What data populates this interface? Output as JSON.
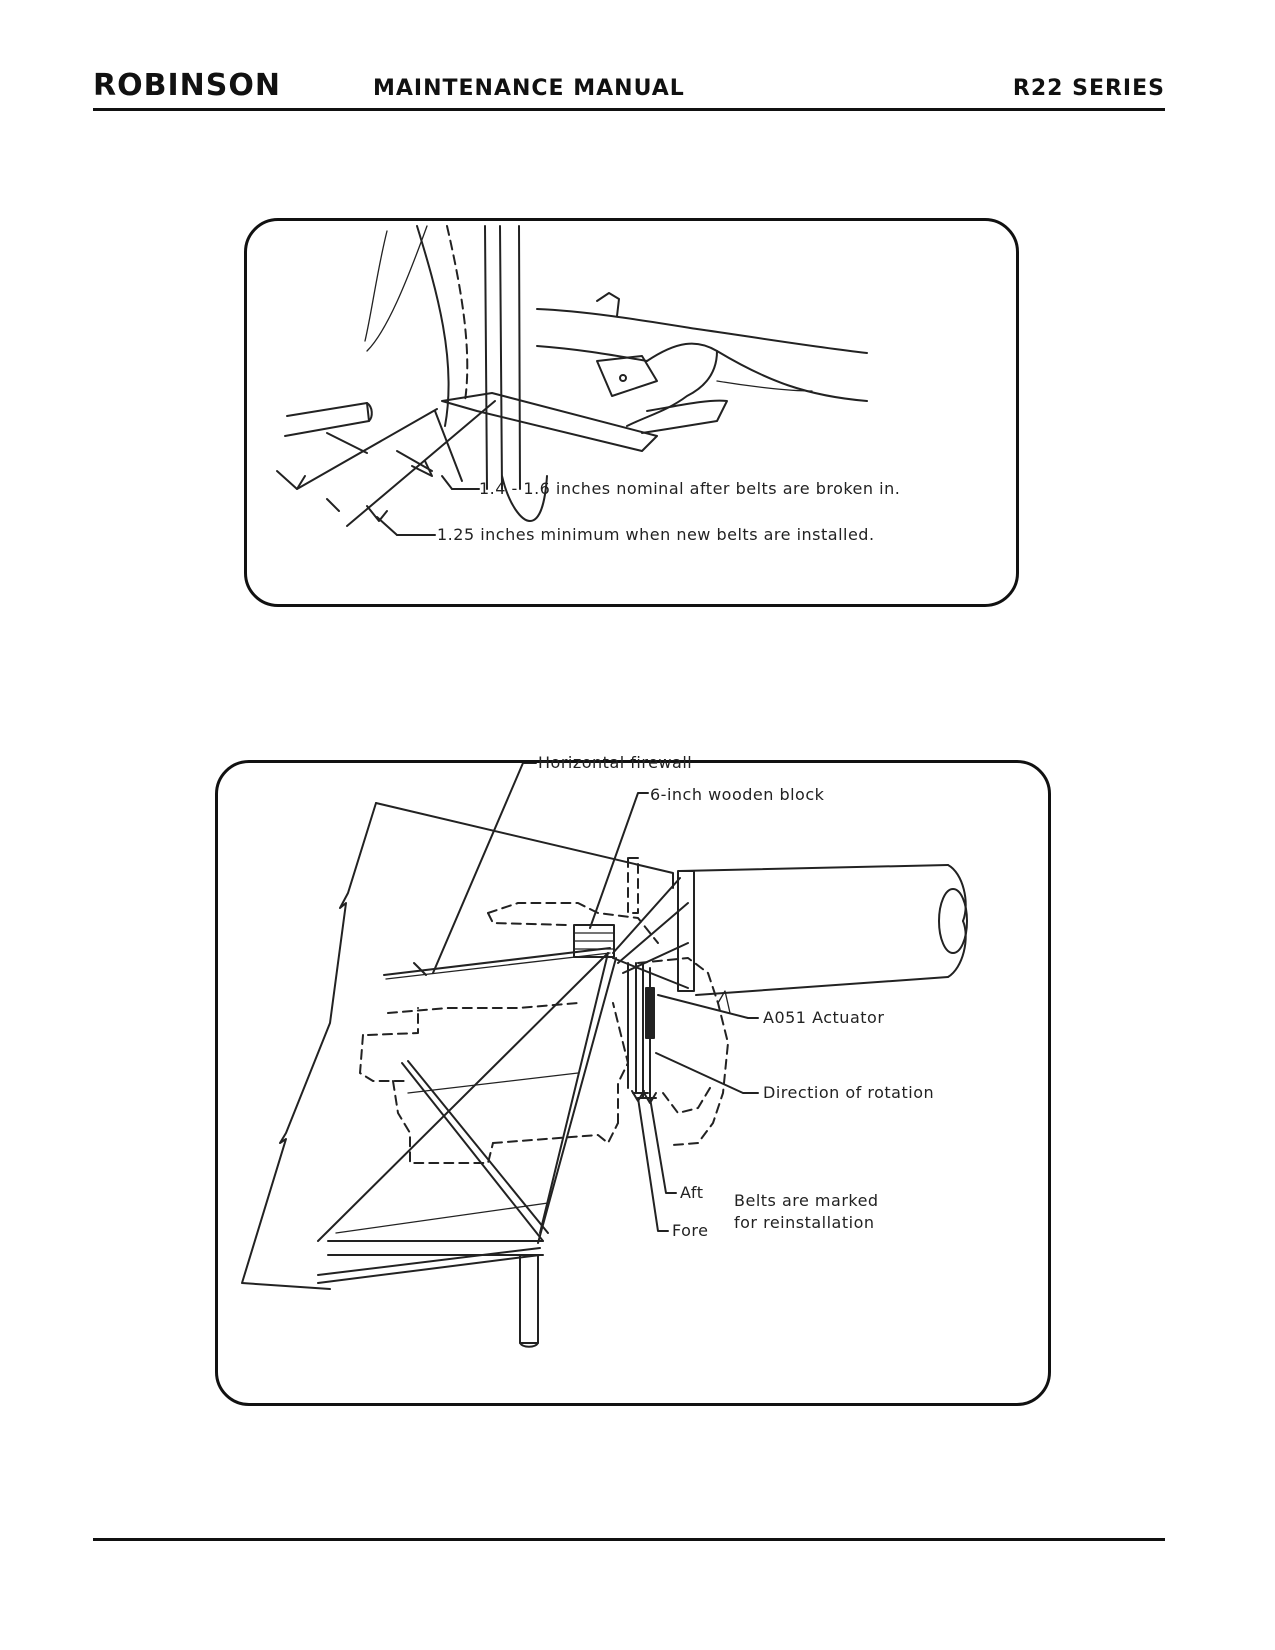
{
  "header": {
    "brand": "ROBINSON",
    "manual": "MAINTENANCE MANUAL",
    "series": "R22 SERIES"
  },
  "figure1": {
    "callouts": {
      "nominal": "1.4 - 1.6 inches nominal after belts are broken in.",
      "minimum": "1.25 inches minimum when new belts are installed."
    }
  },
  "figure2": {
    "callouts": {
      "firewall": "Horizontal firewall",
      "block": "6-inch wooden block",
      "actuator": "A051 Actuator",
      "rotation": "Direction of rotation",
      "aft": "Aft",
      "fore": "Fore",
      "marked_line1": "Belts are marked",
      "marked_line2": "for reinstallation"
    }
  }
}
